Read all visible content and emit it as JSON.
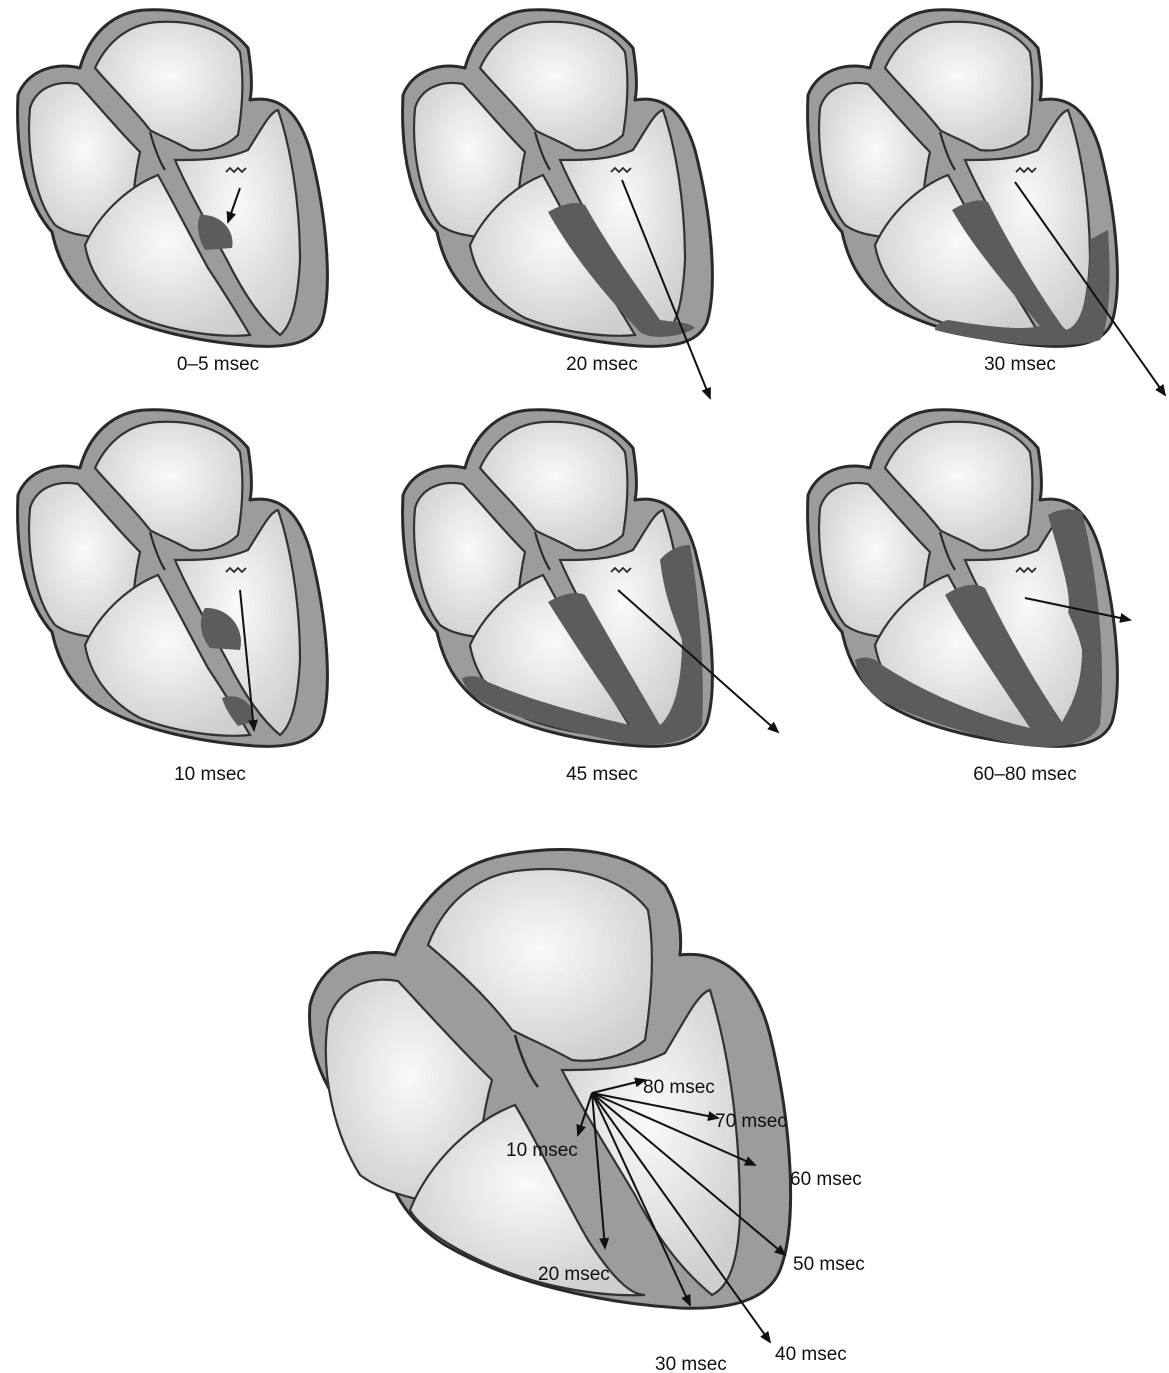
{
  "colors": {
    "myocardium": "#9c9c9c",
    "depolarized": "#5c5c5c",
    "chamber": "#dcdcdc",
    "chamber_highlight": "#f8f8f8",
    "outline": "#2a2a2a"
  },
  "panels": [
    {
      "id": "p1",
      "time_label": "0–5 msec"
    },
    {
      "id": "p2",
      "time_label": "20 msec"
    },
    {
      "id": "p3",
      "time_label": "30 msec"
    },
    {
      "id": "p4",
      "time_label": "10 msec"
    },
    {
      "id": "p5",
      "time_label": "45 msec"
    },
    {
      "id": "p6",
      "time_label": "60–80 msec"
    }
  ],
  "summary": {
    "vector_labels": [
      "10 msec",
      "20 msec",
      "30 msec",
      "40 msec",
      "50 msec",
      "60 msec",
      "70 msec",
      "80 msec"
    ]
  }
}
